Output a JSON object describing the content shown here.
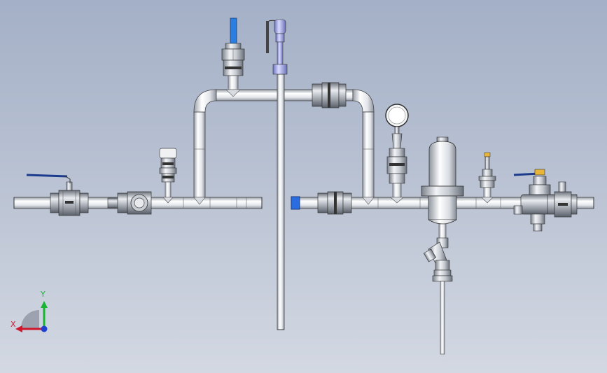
{
  "viewer": {
    "background_top": "#a4b0c7",
    "background_bottom": "#d3d8e2",
    "model_type": "pipe-assembly"
  },
  "triad": {
    "x_label": "X",
    "y_label": "Y",
    "x_color": "#d0162b",
    "y_color": "#18b432",
    "z_color": "#1f3fd1"
  },
  "components": {
    "ball_valve_handle_color": "#1c3b8c",
    "top_valve_handle_color": "#2a7de1",
    "safety_valve_color": "#8a92d8",
    "open_end_cap_color": "#2a6de0",
    "relief_valve_cap_color": "#e8b43a"
  }
}
